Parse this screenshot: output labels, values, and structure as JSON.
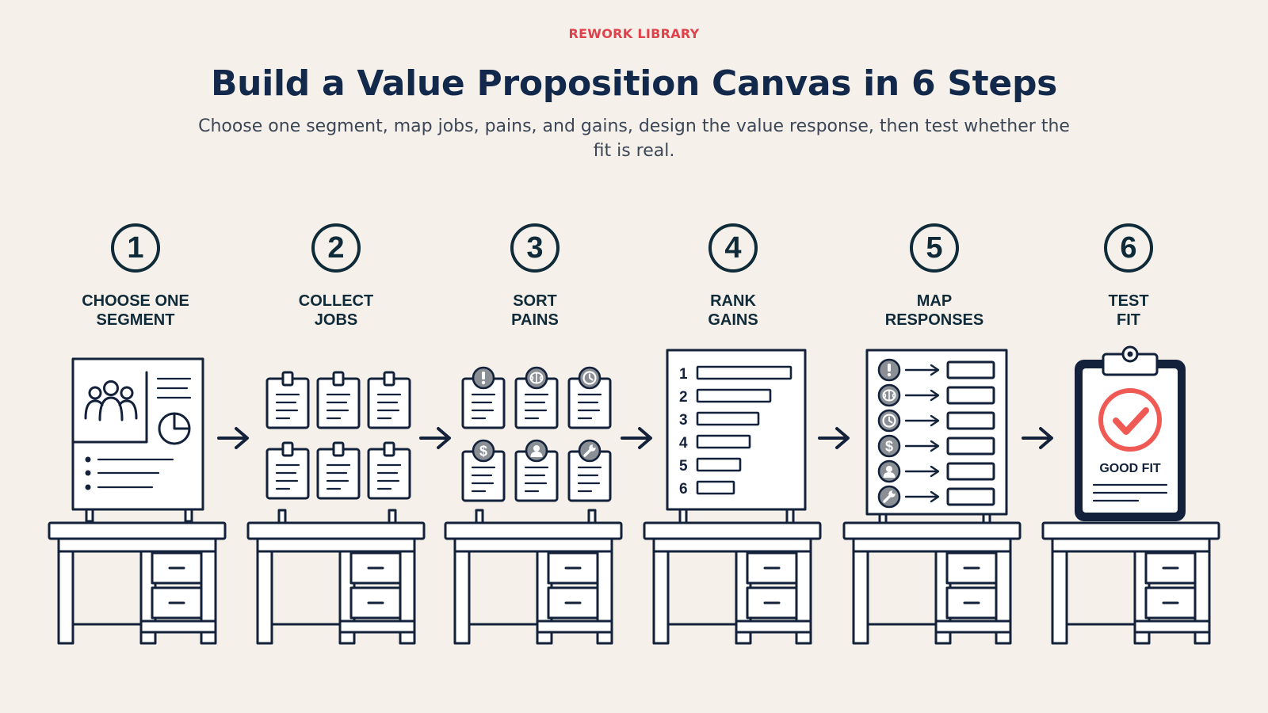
{
  "header": {
    "eyebrow": "REWORK LIBRARY",
    "title": "Build a Value Proposition Canvas in 6 Steps",
    "subtitle": "Choose one segment, map jobs, pains, and gains, design the value response, then test whether the fit is real."
  },
  "steps": [
    {
      "number": "1",
      "label": "CHOOSE ONE\nSEGMENT"
    },
    {
      "number": "2",
      "label": "COLLECT\nJOBS"
    },
    {
      "number": "3",
      "label": "SORT\nPAINS"
    },
    {
      "number": "4",
      "label": "RANK\nGAINS"
    },
    {
      "number": "5",
      "label": "MAP\nRESPONSES"
    },
    {
      "number": "6",
      "label": "TEST\nFIT"
    }
  ],
  "rank_gains": {
    "ranks": [
      "1",
      "2",
      "3",
      "4",
      "5",
      "6"
    ],
    "bar_levels": [
      1.0,
      0.78,
      0.65,
      0.56,
      0.46,
      0.39
    ]
  },
  "clipboard": {
    "label": "GOOD FIT"
  },
  "icons": {
    "pain_icons": [
      "exclamation-icon",
      "brain-icon",
      "clock-icon",
      "dollar-icon",
      "user-icon",
      "wrench-icon"
    ],
    "response_icons": [
      "exclamation-icon",
      "brain-icon",
      "clock-icon",
      "dollar-icon",
      "user-icon",
      "wrench-icon"
    ],
    "check": "check-icon"
  },
  "colors": {
    "background": "#f5f1ea",
    "accent": "#e0414b",
    "navy": "#13294b",
    "check_red": "#f05a55"
  }
}
